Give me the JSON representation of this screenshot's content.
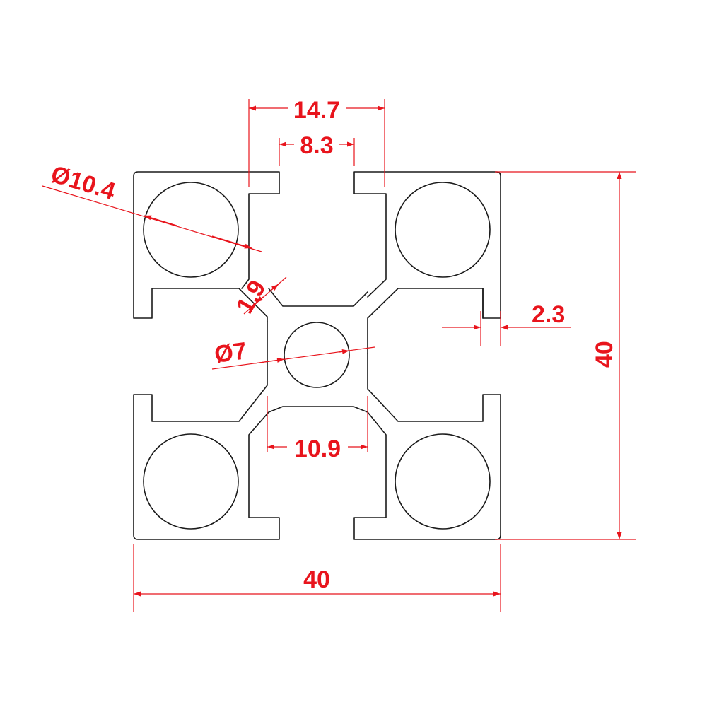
{
  "drawing": {
    "colors": {
      "outline": "#1a1a1a",
      "dimension": "#e8141c",
      "background": "#ffffff"
    },
    "dimensions": {
      "slot_outer_width": "14.7",
      "slot_opening": "8.3",
      "corner_hole_diameter": "Ø10.4",
      "web_thickness": "1.9",
      "center_hole_diameter": "Ø7",
      "core_width": "10.9",
      "wall_thickness": "2.3",
      "overall_height": "40",
      "overall_width": "40"
    }
  }
}
